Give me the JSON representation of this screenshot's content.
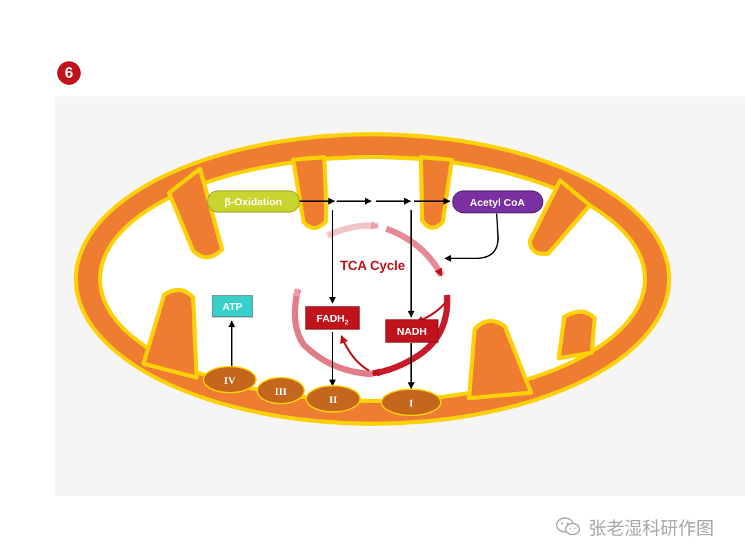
{
  "badge": "6",
  "labels": {
    "beta_oxidation": "β-Oxidation",
    "acetyl_coa": "Acetyl CoA",
    "tca_cycle": "TCA Cycle",
    "atp": "ATP",
    "fadh2_main": "FADH",
    "fadh2_sub": "2",
    "nadh": "NADH"
  },
  "complexes": {
    "c1": "I",
    "c2": "II",
    "c3": "III",
    "c4": "IV"
  },
  "watermark": "张老湿科研作图",
  "colors": {
    "badge": "#c0131b",
    "membrane_orange": "#ee7d32",
    "membrane_yellow": "#fdd10a",
    "beta_oxidation_fill": "#c9d42f",
    "acetyl_coa_fill": "#7a30a0",
    "atp_fill": "#39d0cc",
    "fadh2_fill": "#c0131b",
    "nadh_fill": "#c0131b",
    "complex_fill": "#c4661c",
    "tca_text": "#c0131b"
  }
}
